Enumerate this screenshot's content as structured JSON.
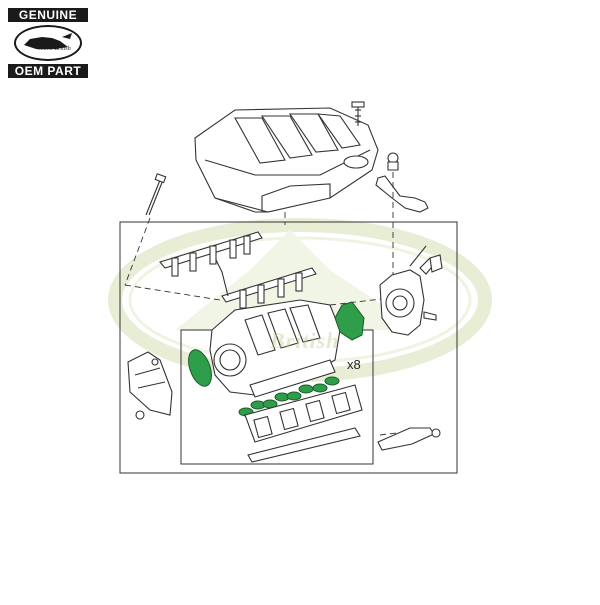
{
  "badge": {
    "top_label": "GENUINE",
    "bottom_label": "OEM PART",
    "logo_text": "Miami British"
  },
  "watermark": {
    "text": "British"
  },
  "diagram": {
    "quantity_label": "x8"
  },
  "colors": {
    "highlight_green": "#2e9e4a",
    "line": "#333333",
    "watermark_green": "#c9d6a3"
  }
}
